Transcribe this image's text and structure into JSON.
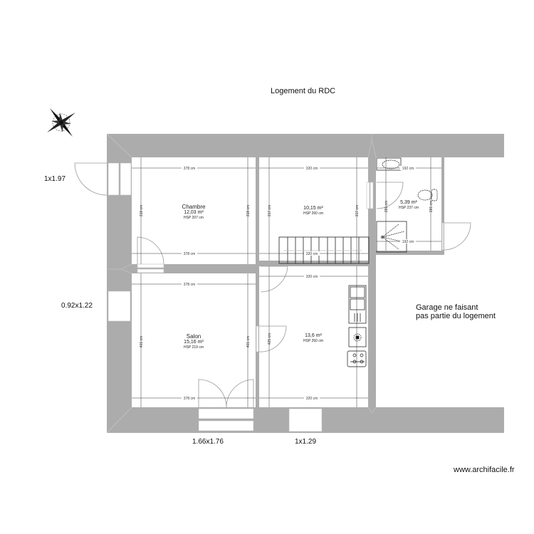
{
  "plan": {
    "title": "Logement du RDC",
    "watermark": "www.archifacile.fr",
    "garage_note": "Garage ne faisant\npas partie du logement",
    "colors": {
      "wall": "#acacad",
      "dimension_line": "#333333",
      "door_arc": "#9a9a9a",
      "background": "#ffffff"
    },
    "compass_icon": "compass-rose-icon"
  },
  "openings": [
    {
      "id": "door-west",
      "label": "1x1.97"
    },
    {
      "id": "window-west",
      "label": "0.92x1.22"
    },
    {
      "id": "window-salon-south",
      "label": "1.66x1.76"
    },
    {
      "id": "window-kitchen-south",
      "label": "1x1.29"
    }
  ],
  "rooms": [
    {
      "id": "chambre",
      "name": "Chambre",
      "area": "12,03 m²",
      "hsp": "HSP 207 cm",
      "dims": {
        "top": "378 cm",
        "bottom": "378 cm",
        "left": "318 cm",
        "right": "318 cm"
      }
    },
    {
      "id": "hall",
      "name": "",
      "area": "10,15 m²",
      "hsp": "HSP 260 cm",
      "dims": {
        "top": "320 cm",
        "bottom": "320 cm",
        "left": "317 cm",
        "right": "317 cm"
      }
    },
    {
      "id": "salle-de-bain",
      "name": "",
      "area": "5,39 m²",
      "hsp": "HSP 237 cm",
      "dims": {
        "top": "192 cm",
        "bottom": "192 cm",
        "left": "281 cm",
        "right": "281 cm"
      }
    },
    {
      "id": "salon",
      "name": "Salon",
      "area": "15,16 m²",
      "hsp": "HSP 219 cm",
      "dims": {
        "top": "378 cm",
        "bottom": "378 cm",
        "left": "401 cm",
        "right": "401 cm"
      }
    },
    {
      "id": "cuisine",
      "name": "",
      "area": "13,6 m²",
      "hsp": "HSP 260 cm",
      "dims": {
        "top": "320 cm",
        "bottom": "320 cm",
        "left": "425 cm",
        "right": ""
      }
    }
  ]
}
